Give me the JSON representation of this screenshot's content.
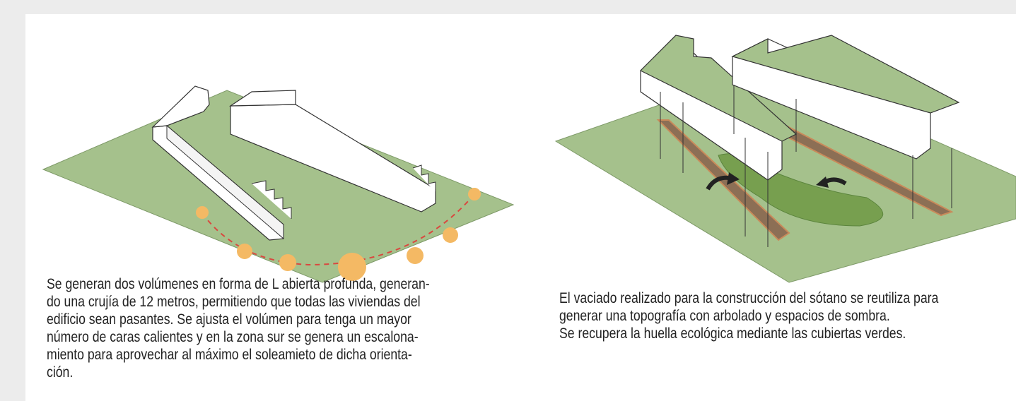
{
  "left_panel": {
    "caption_lines": [
      "Se generan dos volúmenes en forma de L abierta profunda, generan-",
      "do una crujía de 12 metros, permitiendo que todas las viviendas del",
      "edificio sean pasantes. Se ajusta el volúmen para tenga un mayor",
      "número de caras calientes y en la zona sur se genera un escalona-",
      "miento para aprovechar al máximo el soleamieto de dicha orienta-",
      "ción."
    ]
  },
  "right_panel": {
    "caption_lines": [
      "El vaciado realizado para la construcción del sótano se reutiliza para",
      "generar una topografía con arbolado y espacios de sombra.",
      "Se recupera la huella ecológica mediante las cubiertas verdes."
    ]
  },
  "colors": {
    "background": "#ececec",
    "ground": "#a5c18c",
    "roof": "#a5c18c",
    "building": "#ffffff",
    "excavation": "#8c6f55",
    "sun": "#f4b964",
    "sun_path": "#d9483f",
    "trees": "#6f9a45"
  }
}
